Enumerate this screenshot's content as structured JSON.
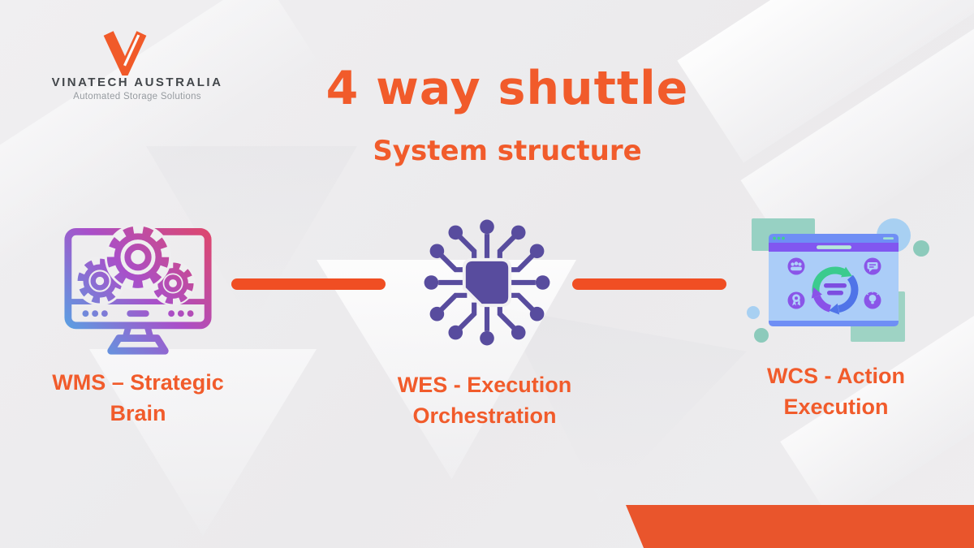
{
  "logo": {
    "brand": "VINATECH AUSTRALIA",
    "tagline": "Automated Storage Solutions",
    "mark": "v-logo-icon"
  },
  "title": {
    "line1": "4 way shuttle",
    "line2": "System structure"
  },
  "nodes": [
    {
      "id": "wms",
      "icon": "monitor-gears-icon",
      "label_line1": "WMS – Strategic",
      "label_line2": "Brain"
    },
    {
      "id": "wes",
      "icon": "chip-circuit-icon",
      "label_line1": "WES - Execution",
      "label_line2": "Orchestration"
    },
    {
      "id": "wcs",
      "icon": "browser-workflow-icon",
      "label_line1": "WCS - Action",
      "label_line2": "Execution"
    }
  ],
  "palette": {
    "accent": "#f15b2b",
    "connector": "#f04e23",
    "band": "#e9552c",
    "logo-orange": "#f15a29",
    "chip-purple": "#584c9e",
    "gradient-blue": "#41b9ea",
    "gradient-purple": "#a94fc9",
    "gradient-red": "#ea4558",
    "window-blue": "#abcdf8",
    "window-bar-blue": "#6f8ef5",
    "window-bar-purple": "#8157f0",
    "teal": "#97d1c3",
    "cycle-green": "#3bcb8e",
    "cycle-blue": "#4f74e8",
    "cycle-purple": "#8a52e8"
  }
}
